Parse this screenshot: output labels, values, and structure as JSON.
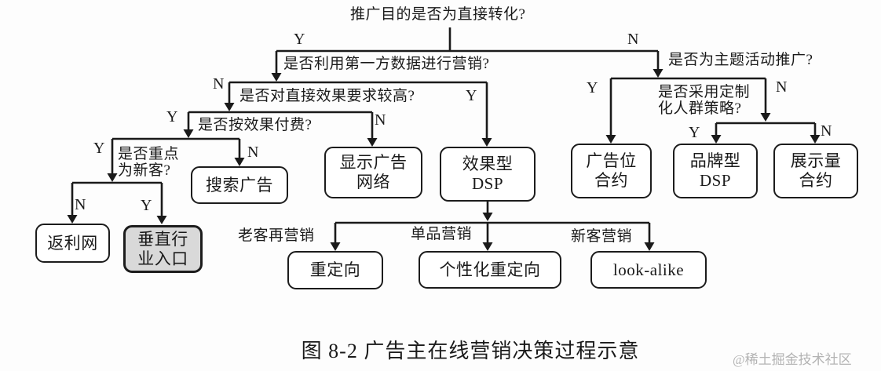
{
  "figure": {
    "caption": "图 8-2 广告主在线营销决策过程示意",
    "watermark": "@稀土掘金技术社区"
  },
  "questions": {
    "root": "推广目的是否为直接转化?",
    "first_party_data": "是否利用第一方数据进行营销?",
    "direct_effect": "是否对直接效果要求较高?",
    "pay_per_performance": "是否按效果付费?",
    "new_customer_focus": "是否重点\n为新客?",
    "theme_campaign": "是否为主题活动推广?",
    "custom_audience": "是否采用定制\n化人群策略?"
  },
  "leaves": {
    "rebate_site": "返利网",
    "vertical_portal": "垂直行\n业入口",
    "search_ads": "搜索广告",
    "display_network": "显示广告\n网络",
    "performance_dsp": "效果型\nDSP",
    "ad_slot_contract": "广告位\n合约",
    "brand_dsp": "品牌型\nDSP",
    "impression_contract": "展示量\n合约",
    "retargeting": "重定向",
    "personalized_retargeting": "个性化重定向",
    "look_alike": "look-alike"
  },
  "branch_labels": {
    "yes": "Y",
    "no": "N",
    "remarketing": "老客再营销",
    "single_product": "单品营销",
    "new_customer": "新客营销"
  },
  "colors": {
    "line": "#1a1a1a",
    "box_border": "#1c1c1c",
    "box_fill": "#ffffff",
    "highlight_fill": "#d9d9d9",
    "watermark": "#b3b3b3",
    "background": "#fdfdfd"
  }
}
